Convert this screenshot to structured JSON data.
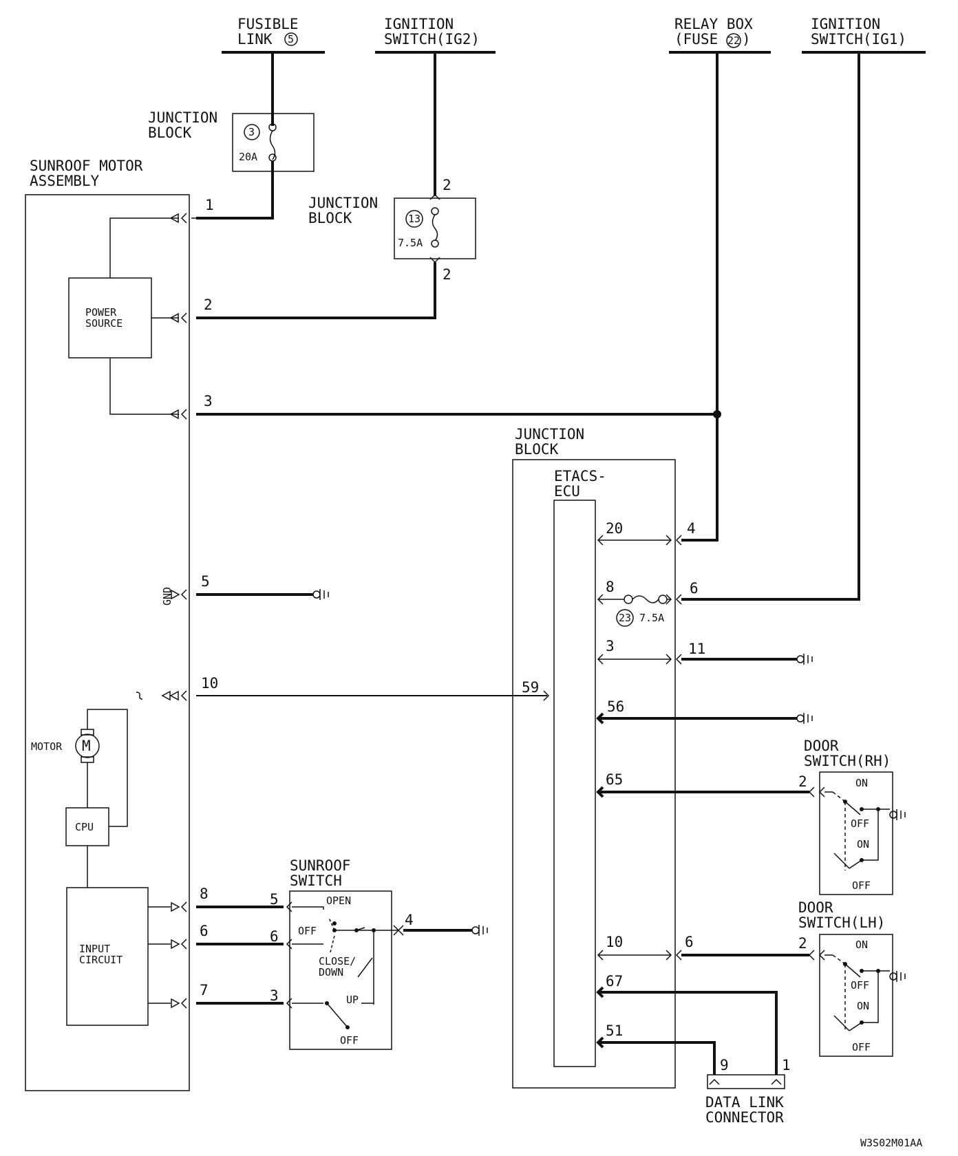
{
  "labels": {
    "fusible_link": [
      "FUSIBLE",
      "LINK"
    ],
    "fusible_link_no": "5",
    "ignition_ig2": [
      "IGNITION",
      "SWITCH(IG2)"
    ],
    "relay_box": [
      "RELAY BOX",
      "(FUSE",
      ")"
    ],
    "relay_box_fuse_no": "22",
    "ignition_ig1": [
      "IGNITION",
      "SWITCH(IG1)"
    ],
    "jb1": [
      "JUNCTION",
      "BLOCK"
    ],
    "jb1_fuse_no": "3",
    "jb1_rating": "20A",
    "jb2": [
      "JUNCTION",
      "BLOCK"
    ],
    "jb2_fuse_no": "13",
    "jb2_rating": "7.5A",
    "motor_assembly": [
      "SUNROOF MOTOR",
      "ASSEMBLY"
    ],
    "power_source": [
      "POWER",
      "SOURCE"
    ],
    "gnd": "GND",
    "motor": "MOTOR",
    "motor_symbol": "M",
    "cpu": "CPU",
    "input_circuit": [
      "INPUT",
      "CIRCUIT"
    ],
    "jb3": [
      "JUNCTION",
      "BLOCK"
    ],
    "etacs": [
      "ETACS-",
      "ECU"
    ],
    "etacs_fuse_no": "23",
    "etacs_fuse_rating": "7.5A",
    "sunroof_switch": [
      "SUNROOF",
      "SWITCH"
    ],
    "sw_open": "OPEN",
    "sw_off": "OFF",
    "sw_close": [
      "CLOSE/",
      "DOWN"
    ],
    "sw_up": "UP",
    "sw_off2": "OFF",
    "door_rh": [
      "DOOR",
      "SWITCH(RH)"
    ],
    "door_lh": [
      "DOOR",
      "SWITCH(LH)"
    ],
    "on": "ON",
    "off": "OFF",
    "data_link": [
      "DATA LINK",
      "CONNECTOR"
    ],
    "code": "W3S02M01AA"
  },
  "pins": {
    "m1": "1",
    "m2": "2",
    "m3": "3",
    "m5": "5",
    "m10": "10",
    "m8": "8",
    "m6": "6",
    "m7": "7",
    "jb2_top": "2",
    "jb2_bot": "2",
    "e20": "20",
    "e8": "8",
    "e3": "3",
    "e59": "59",
    "e56": "56",
    "e65": "65",
    "e10": "10",
    "e67": "67",
    "e51": "51",
    "jb4": "4",
    "jb6": "6",
    "jb11": "11",
    "jb6b": "6",
    "s5": "5",
    "s6": "6",
    "s3": "3",
    "s4": "4",
    "drh2": "2",
    "dlh2": "2",
    "dl9": "9",
    "dl1": "1"
  }
}
